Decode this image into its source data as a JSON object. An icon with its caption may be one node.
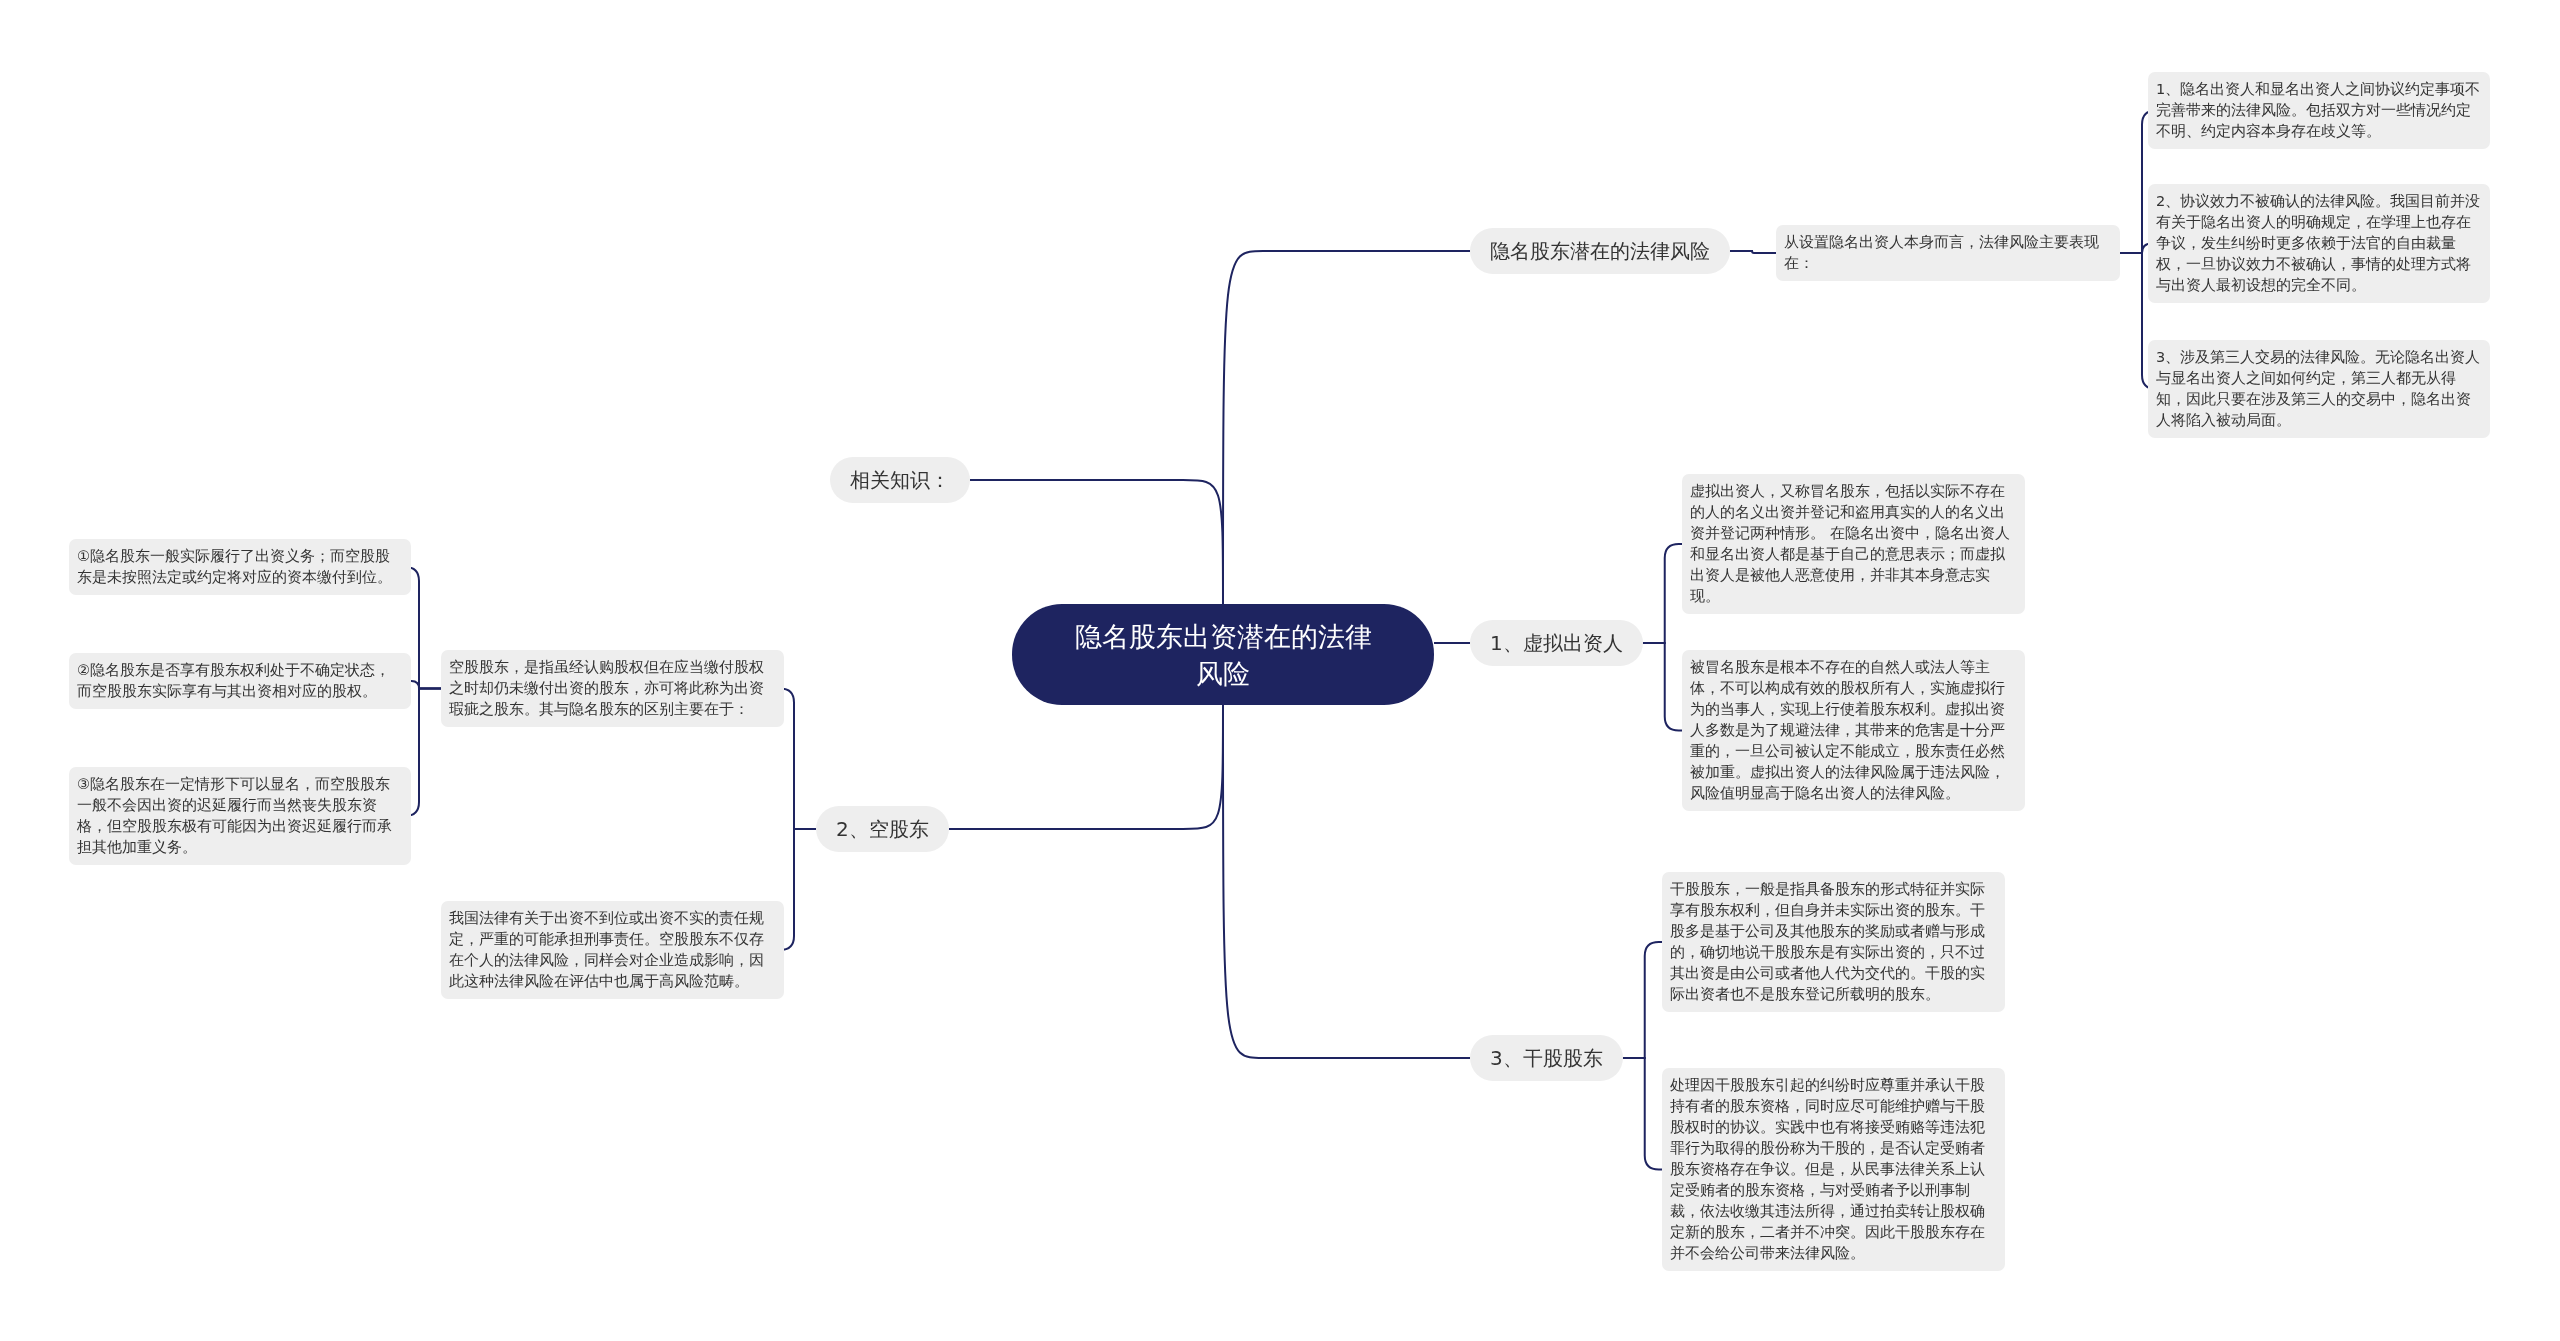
{
  "diagram": {
    "nodes": [
      {
        "text": [
          "隐名股东出资潜在的法律风险"
        ]
      },
      {
        "text": [
          "隐名股东潜在的法律风险"
        ]
      },
      {
        "text": [
          "从设置隐名出资人本身而言，法律风险主要表现在："
        ]
      },
      {
        "text": [
          "1、隐名出资人和显名出资人之间协议约定事项不完善带来的法律风险。包括双方对一些情况约定不明、约定内容本身存在歧义等。"
        ]
      },
      {
        "text": [
          "2、协议效力不被确认的法律风险。我国目前并没有关于隐名出资人的明确规定，在学理上也存在争议，发生纠纷时更多依赖于法官的自由裁量权，一旦协议效力不被确认，事情的处理方式将与出资人最初设想的完全不同。"
        ]
      },
      {
        "text": [
          "3、涉及第三人交易的法律风险。无论隐名出资人与显名出资人之间如何约定，第三人都无从得知，因此只要在涉及第三人的交易中，隐名出资人将陷入被动局面。"
        ]
      },
      {
        "text": [
          "相关知识："
        ]
      },
      {
        "text": [
          "1、虚拟出资人"
        ]
      },
      {
        "text": [
          "虚拟出资人，又称冒名股东，包括以实际不存在的人的名义出资并登记和盗用真实的人的名义出资并登记两种情形。 在隐名出资中，隐名出资人和显名出资人都是基于自己的意思表示；而虚拟出资人是被他人恶意使用，并非其本身意志实现。"
        ]
      },
      {
        "text": [
          "被冒名股东是根本不存在的自然人或法人等主体，不可以构成有效的股权所有人，实施虚拟行为的当事人，实现上行使着股东权利。虚拟出资人多数是为了规避法律，其带来的危害是十分严重的，一旦公司被认定不能成立，股东责任必然被加重。虚拟出资人的法律风险属于违法风险，风险值明显高于隐名出资人的法律风险。"
        ]
      },
      {
        "text": [
          "2、空股东"
        ]
      },
      {
        "text": [
          "空股股东，是指虽经认购股权但在应当缴付股权之时却仍未缴付出资的股东，亦可将此称为出资瑕疵之股东。其与隐名股东的区别主要在于："
        ]
      },
      {
        "text": [
          "①隐名股东一般实际履行了出资义务；而空股股东是未按照法定或约定将对应的资本缴付到位。"
        ]
      },
      {
        "text": [
          "②隐名股东是否享有股东权利处于不确定状态，而空股股东实际享有与其出资相对应的股权。"
        ]
      },
      {
        "text": [
          "③隐名股东在一定情形下可以显名，而空股股东一般不会因出资的迟延履行而当然丧失股东资格，但空股股东极有可能因为出资迟延履行而承担其他加重义务。"
        ]
      },
      {
        "text": [
          "我国法律有关于出资不到位或出资不实的责任规定，严重的可能承担刑事责任。空股股东不仅存在个人的法律风险，同样会对企业造成影响，因此这种法律风险在评估中也属于高风险范畴。"
        ]
      },
      {
        "text": [
          "3、干股股东"
        ]
      },
      {
        "text": [
          "干股股东，一般是指具备股东的形式特征并实际享有股东权利，但自身并未实际出资的股东。干股多是基于公司及其他股东的奖励或者赠与形成的，确切地说干股股东是有实际出资的，只不过其出资是由公司或者他人代为交代的。干股的实际出资者也不是股东登记所载明的股东。"
        ]
      },
      {
        "text": [
          "处理因干股股东引起的纠纷时应尊重并承认干股持有者的股东资格，同时应尽可能维护赠与干股股权时的协议。实践中也有将接受贿赂等违法犯罪行为取得的股份称为干股的，是否认定受贿者股东资格存在争议。但是，从民事法律关系上认定受贿者的股东资格，与对受贿者予以刑事制裁，依法收缴其违法所得，通过拍卖转让股权确定新的股东，二者并不冲突。因此干股股东存在并不会给公司带来法律风险。"
        ]
      }
    ],
    "edges": [
      {
        "from": 0,
        "to": 1,
        "arrow": "none"
      },
      {
        "from": 1,
        "to": 2,
        "arrow": "none"
      },
      {
        "from": 2,
        "to": 3,
        "arrow": "none"
      },
      {
        "from": 2,
        "to": 4,
        "arrow": "none"
      },
      {
        "from": 2,
        "to": 5,
        "arrow": "none"
      },
      {
        "from": 0,
        "to": 6,
        "arrow": "none"
      },
      {
        "from": 0,
        "to": 7,
        "arrow": "none"
      },
      {
        "from": 7,
        "to": 8,
        "arrow": "none"
      },
      {
        "from": 7,
        "to": 9,
        "arrow": "none"
      },
      {
        "from": 0,
        "to": 10,
        "arrow": "none"
      },
      {
        "from": 10,
        "to": 11,
        "arrow": "none"
      },
      {
        "from": 11,
        "to": 12,
        "arrow": "none"
      },
      {
        "from": 11,
        "to": 13,
        "arrow": "none"
      },
      {
        "from": 11,
        "to": 14,
        "arrow": "none"
      },
      {
        "from": 10,
        "to": 15,
        "arrow": "none"
      },
      {
        "from": 0,
        "to": 16,
        "arrow": "none"
      },
      {
        "from": 16,
        "to": 17,
        "arrow": "none"
      },
      {
        "from": 16,
        "to": 18,
        "arrow": "none"
      }
    ]
  }
}
